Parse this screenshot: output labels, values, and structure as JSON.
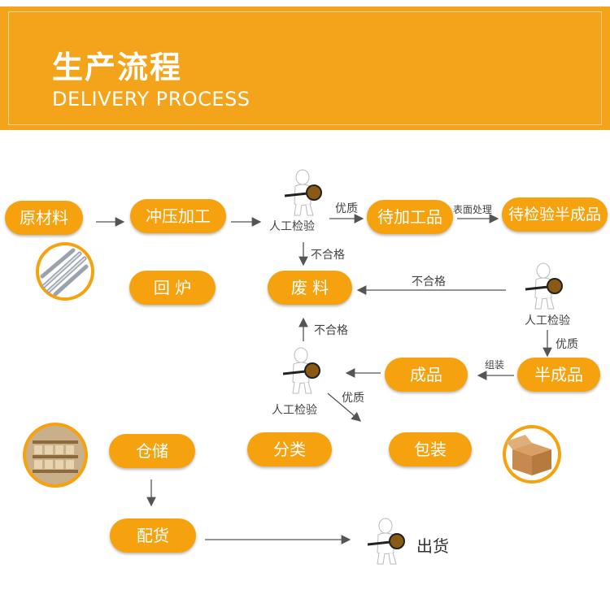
{
  "header": {
    "title_cn": "生产流程",
    "title_en": "DELIVERY PROCESS"
  },
  "nodes": {
    "raw_material": "原材料",
    "stamping": "冲压加工",
    "to_process": "待加工品",
    "semi_to_inspect": "待检验半成品",
    "furnace": "回 炉",
    "scrap": "废 料",
    "semi_finished": "半成品",
    "finished": "成品",
    "storage": "仓储",
    "classify": "分类",
    "packing": "包装",
    "delivery_prep": "配货",
    "ship": "出货"
  },
  "labels": {
    "manual_inspect": "人工检验",
    "quality_good": "优质",
    "unqualified": "不合格",
    "surface_treatment": "表面处理",
    "assembly": "组装"
  },
  "colors": {
    "accent": "#f4a41b",
    "pill": "#f6a20f",
    "arrow": "#555555"
  },
  "icons": [
    "inspector-magnifier-icon",
    "metal-tubes-icon",
    "warehouse-icon",
    "cardboard-box-icon"
  ]
}
